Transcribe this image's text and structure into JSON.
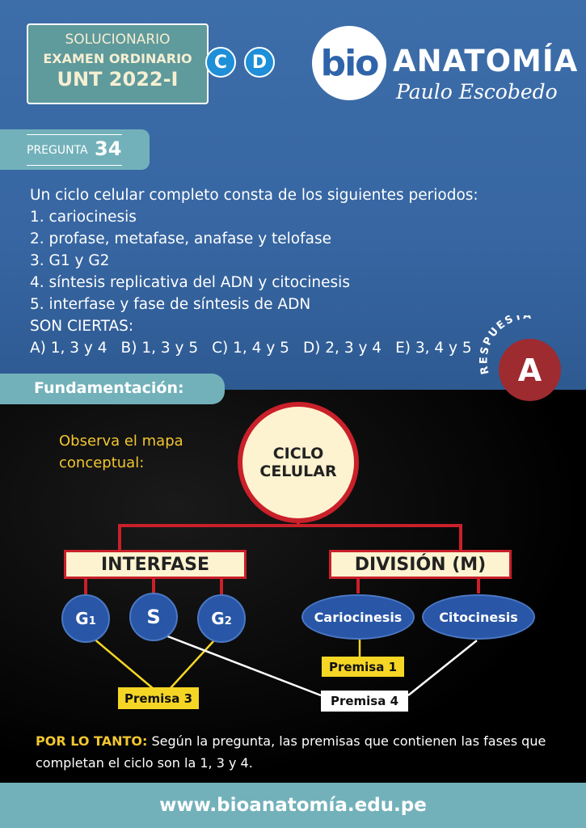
{
  "header": {
    "line1": "SOLUCIONARIO",
    "line2": "EXAMEN ORDINARIO",
    "line3": "UNT 2022-I",
    "badge_c": "C",
    "badge_d": "D"
  },
  "logo": {
    "bio": "bio",
    "anatomia": "ANATOMÍA",
    "author": "Paulo Escobedo"
  },
  "question": {
    "label": "PREGUNTA",
    "number": "34",
    "lines": [
      "Un ciclo celular completo consta de los siguientes periodos:",
      "1. cariocinesis",
      "2. profase, metafase, anafase y telofase",
      "3. G1 y G2",
      "4. síntesis replicativa del ADN y citocinesis",
      "5. interfase y fase de síntesis de ADN",
      "SON CIERTAS:"
    ],
    "options": [
      "A) 1, 3 y 4",
      "B) 1, 3 y 5",
      "C) 1, 4 y 5",
      "D) 2, 3 y 4",
      "E) 3, 4 y 5"
    ]
  },
  "answer": {
    "label": "RESPUESTA",
    "value": "A"
  },
  "fundamentacion": {
    "title": "Fundamentación:",
    "observe": [
      "Observa el mapa",
      "conceptual:"
    ]
  },
  "diagram": {
    "center": [
      "CICLO",
      "CELULAR"
    ],
    "interfase": "INTERFASE",
    "division": "DIVISIÓN (M)",
    "g1": "G",
    "g1_sub": "1",
    "s": "S",
    "g2": "G",
    "g2_sub": "2",
    "cariocinesis": "Cariocinesis",
    "citocinesis": "Citocinesis",
    "premisa1": "Premisa 1",
    "premisa3": "Premisa 3",
    "premisa4": "Premisa 4"
  },
  "conclusion": {
    "lead": "POR LO TANTO:",
    "text": " Según la pregunta, las premisas que contienen las fases que completan el ciclo son la 1, 3 y 4."
  },
  "footer": {
    "url": "www.bioanatomía.edu.pe"
  }
}
